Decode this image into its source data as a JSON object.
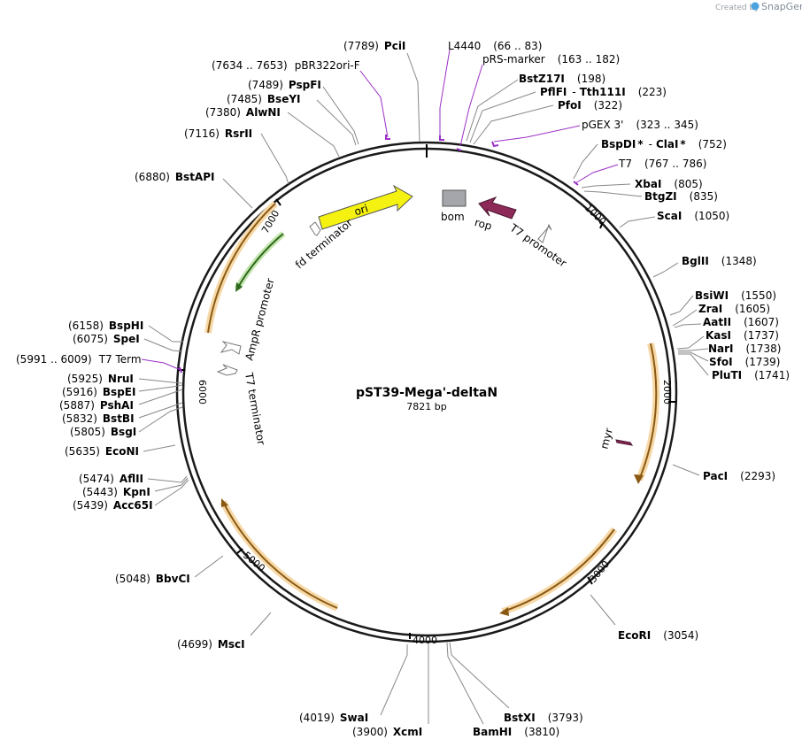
{
  "credit": {
    "prefix": "Created by",
    "brand": "SnapGene"
  },
  "plasmid": {
    "name": "pST39-Mega'-deltaN",
    "size": "7821 bp"
  },
  "colors": {
    "purple": "#9b30c7",
    "orange": "#f2a83b",
    "green": "#3c9a2e",
    "yellow": "#f5f211",
    "maroon": "#8e2a58",
    "grey": "#a4a6ab"
  },
  "ticks": [
    "1000",
    "2000",
    "3000",
    "4000",
    "5000",
    "6000",
    "7000"
  ],
  "sites": [
    {
      "name": "PciI",
      "pos": "(7789)"
    },
    {
      "name": "PspFI",
      "pos": "(7489)"
    },
    {
      "name": "BseYI",
      "pos": "(7485)"
    },
    {
      "name": "AlwNI",
      "pos": "(7380)"
    },
    {
      "name": "RsrII",
      "pos": "(7116)"
    },
    {
      "name": "BstAPI",
      "pos": "(6880)"
    },
    {
      "name": "BstZ17I",
      "pos": "(198)"
    },
    {
      "name": "PflFI",
      "sep": "-",
      "name2": "Tth111I",
      "pos": "(223)"
    },
    {
      "name": "PfoI",
      "pos": "(322)"
    },
    {
      "name": "BspDI",
      "star": "*",
      "sep": "-",
      "name2": "ClaI",
      "star2": "*",
      "pos": "(752)"
    },
    {
      "name": "XbaI",
      "pos": "(805)"
    },
    {
      "name": "BtgZI",
      "pos": "(835)"
    },
    {
      "name": "ScaI",
      "pos": "(1050)"
    },
    {
      "name": "BglII",
      "pos": "(1348)"
    },
    {
      "name": "BsiWI",
      "pos": "(1550)"
    },
    {
      "name": "ZraI",
      "pos": "(1605)"
    },
    {
      "name": "AatII",
      "pos": "(1607)"
    },
    {
      "name": "KasI",
      "pos": "(1737)"
    },
    {
      "name": "NarI",
      "pos": "(1738)"
    },
    {
      "name": "SfoI",
      "pos": "(1739)"
    },
    {
      "name": "PluTI",
      "pos": "(1741)"
    },
    {
      "name": "PacI",
      "pos": "(2293)"
    },
    {
      "name": "EcoRI",
      "pos": "(3054)"
    },
    {
      "name": "BstXI",
      "pos": "(3793)"
    },
    {
      "name": "BamHI",
      "pos": "(3810)"
    },
    {
      "name": "SwaI",
      "pos": "(4019)"
    },
    {
      "name": "XcmI",
      "pos": "(3900)"
    },
    {
      "name": "MscI",
      "pos": "(4699)"
    },
    {
      "name": "BbvCI",
      "pos": "(5048)"
    },
    {
      "name": "AflII",
      "pos": "(5474)"
    },
    {
      "name": "KpnI",
      "pos": "(5443)"
    },
    {
      "name": "Acc65I",
      "pos": "(5439)"
    },
    {
      "name": "EcoNI",
      "pos": "(5635)"
    },
    {
      "name": "NruI",
      "pos": "(5925)"
    },
    {
      "name": "BspEI",
      "pos": "(5916)"
    },
    {
      "name": "PshAI",
      "pos": "(5887)"
    },
    {
      "name": "BstBI",
      "pos": "(5832)"
    },
    {
      "name": "BsgI",
      "pos": "(5805)"
    },
    {
      "name": "BspHI",
      "pos": "(6158)"
    },
    {
      "name": "SpeI",
      "pos": "(6075)"
    }
  ],
  "primers": [
    {
      "name": "L4440",
      "range": "(66 .. 83)"
    },
    {
      "name": "pRS-marker",
      "range": "(163 .. 182)"
    },
    {
      "name": "pBR322ori-F",
      "range": "(7634 .. 7653)"
    },
    {
      "name": "pGEX 3'",
      "range": "(323 .. 345)"
    },
    {
      "name": "T7",
      "range": "(767 .. 786)"
    },
    {
      "name": "T7 Term",
      "range": "(5991 .. 6009)"
    }
  ],
  "features": {
    "ori": "ori",
    "bom": "bom",
    "rop": "rop",
    "t7_promoter": "T7 promoter",
    "fd_terminator": "fd terminator",
    "ampr_promoter": "AmpR promoter",
    "t7_terminator": "T7 terminator",
    "myr": "myr"
  }
}
